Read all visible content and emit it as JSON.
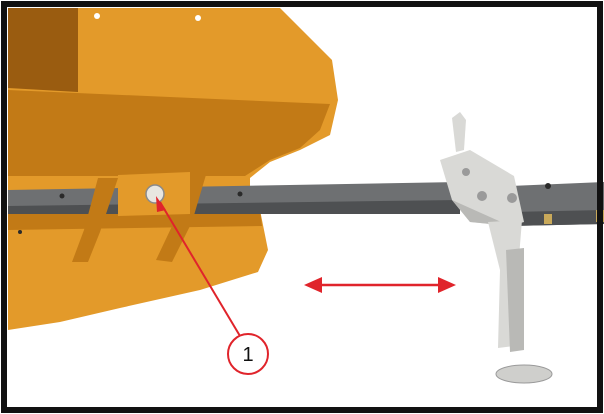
{
  "diagram": {
    "callout": {
      "number": "1"
    },
    "colors": {
      "frame": "#111111",
      "mower_body": "#E39A2A",
      "mower_shade": "#C27A16",
      "mower_dark": "#9A5C10",
      "bar": "#6E7072",
      "bar_dark": "#4E5052",
      "bracket": "#D9D9D6",
      "bracket_shade": "#B9B9B6",
      "arrow": "#E0242B",
      "background": "#FFFFFF"
    },
    "icons": {
      "callout": "numbered-circle",
      "motion": "double-headed-arrow"
    }
  }
}
